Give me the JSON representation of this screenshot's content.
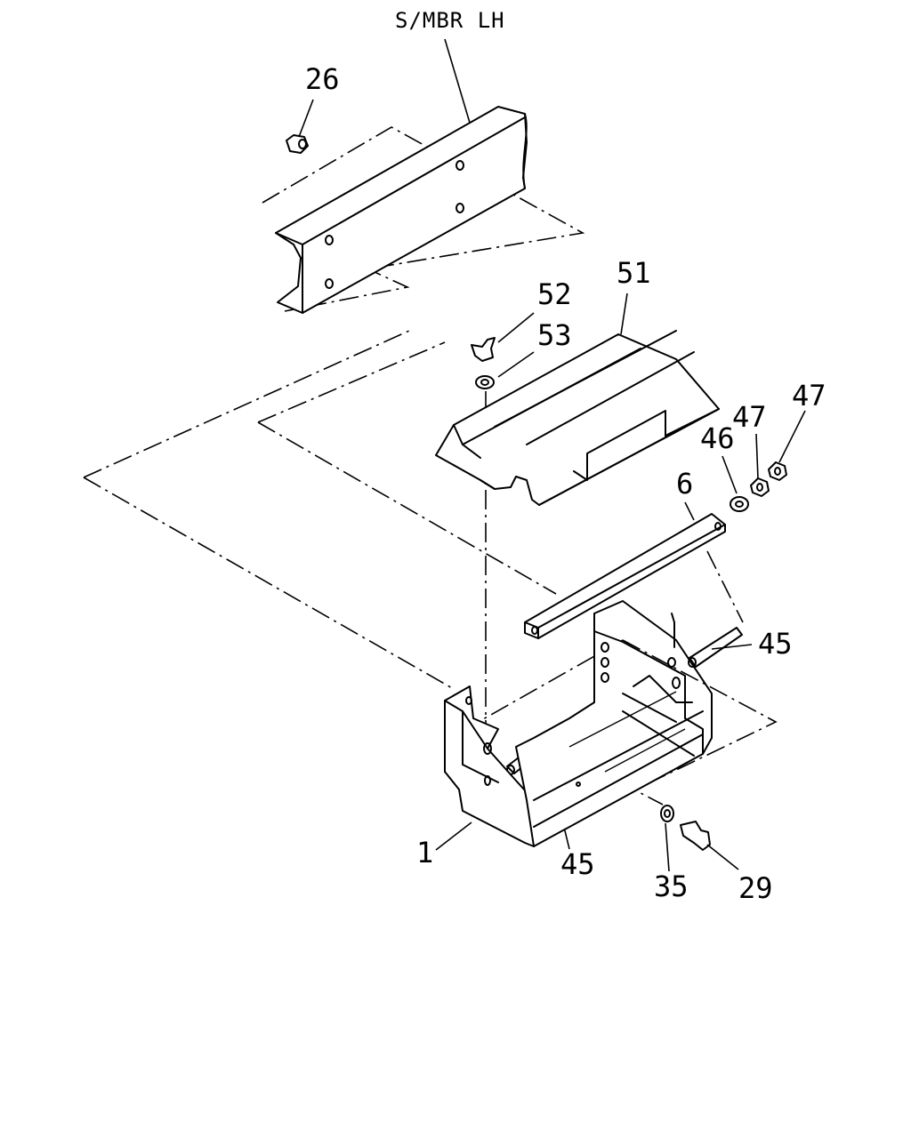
{
  "diagram": {
    "frame_label": "S/MBR LH",
    "callouts": [
      "26",
      "51",
      "52",
      "53",
      "6",
      "46",
      "47",
      "47",
      "45",
      "45",
      "1",
      "35",
      "29"
    ]
  }
}
